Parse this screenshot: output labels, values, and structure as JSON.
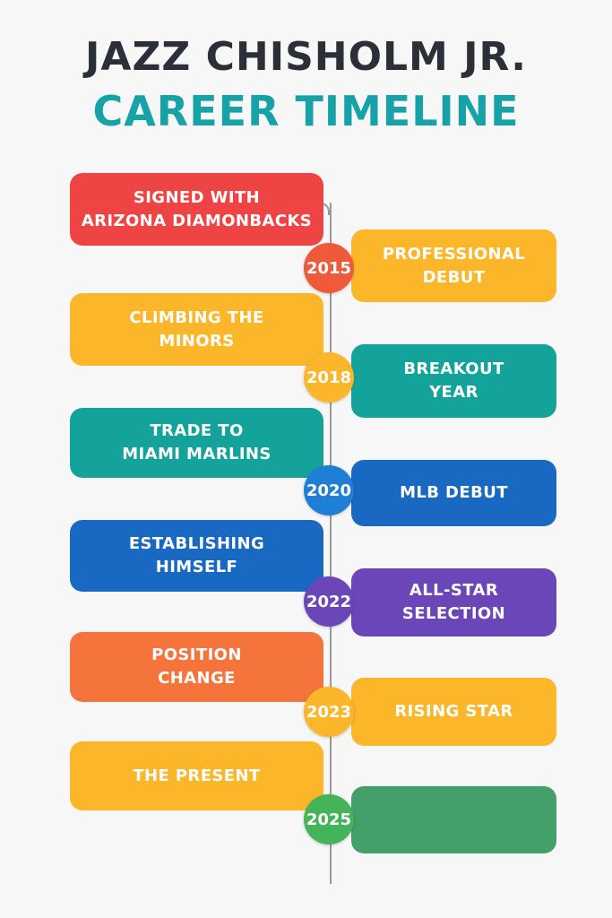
{
  "title": {
    "line1": "JAZZ CHISHOLM JR.",
    "line2": "CAREER TIMELINE"
  },
  "colors": {
    "title_dark": "#2b3038",
    "title_teal": "#17a2a8",
    "red": "#ef4444",
    "yellow": "#fbb62a",
    "teal": "#14a39b",
    "blue": "#1969c2",
    "purple": "#6b46b8",
    "orange": "#f4743b",
    "green": "#44a06b",
    "axis": "#999999"
  },
  "timeline": [
    {
      "side": "left",
      "label": "SIGNED WITH\nARIZONA DIAMONBACKS",
      "color": "#ef4444"
    },
    {
      "side": "right",
      "label": "PROFESSIONAL\nDEBUT",
      "color": "#fbb62a",
      "year": "2015",
      "year_color": "#ef5a3a"
    },
    {
      "side": "left",
      "label": "CLIMBING THE\nMINORS",
      "color": "#fbb62a"
    },
    {
      "side": "right",
      "label": "BREAKOUT\nYEAR",
      "color": "#14a39b",
      "year": "2018",
      "year_color": "#fbb62a"
    },
    {
      "side": "left",
      "label": "TRADE TO\nMIAMI MARLINS",
      "color": "#14a39b"
    },
    {
      "side": "right",
      "label": "MLB DEBUT",
      "color": "#1969c2",
      "year": "2020",
      "year_color": "#1f7fd6"
    },
    {
      "side": "left",
      "label": "ESTABLISHING\nHIMSELF",
      "color": "#1969c2"
    },
    {
      "side": "right",
      "label": "ALL-STAR\nSELECTION",
      "color": "#6b46b8",
      "year": "2022",
      "year_color": "#6b46b8"
    },
    {
      "side": "left",
      "label": "POSITION\nCHANGE",
      "color": "#f4743b"
    },
    {
      "side": "right",
      "label": "RISING STAR",
      "color": "#fbb62a",
      "year": "2023",
      "year_color": "#fbb62a"
    },
    {
      "side": "left",
      "label": "THE PRESENT",
      "color": "#fbb62a"
    },
    {
      "side": "right",
      "label": "",
      "color": "#44a06b",
      "year": "2025",
      "year_color": "#44b35a"
    }
  ]
}
